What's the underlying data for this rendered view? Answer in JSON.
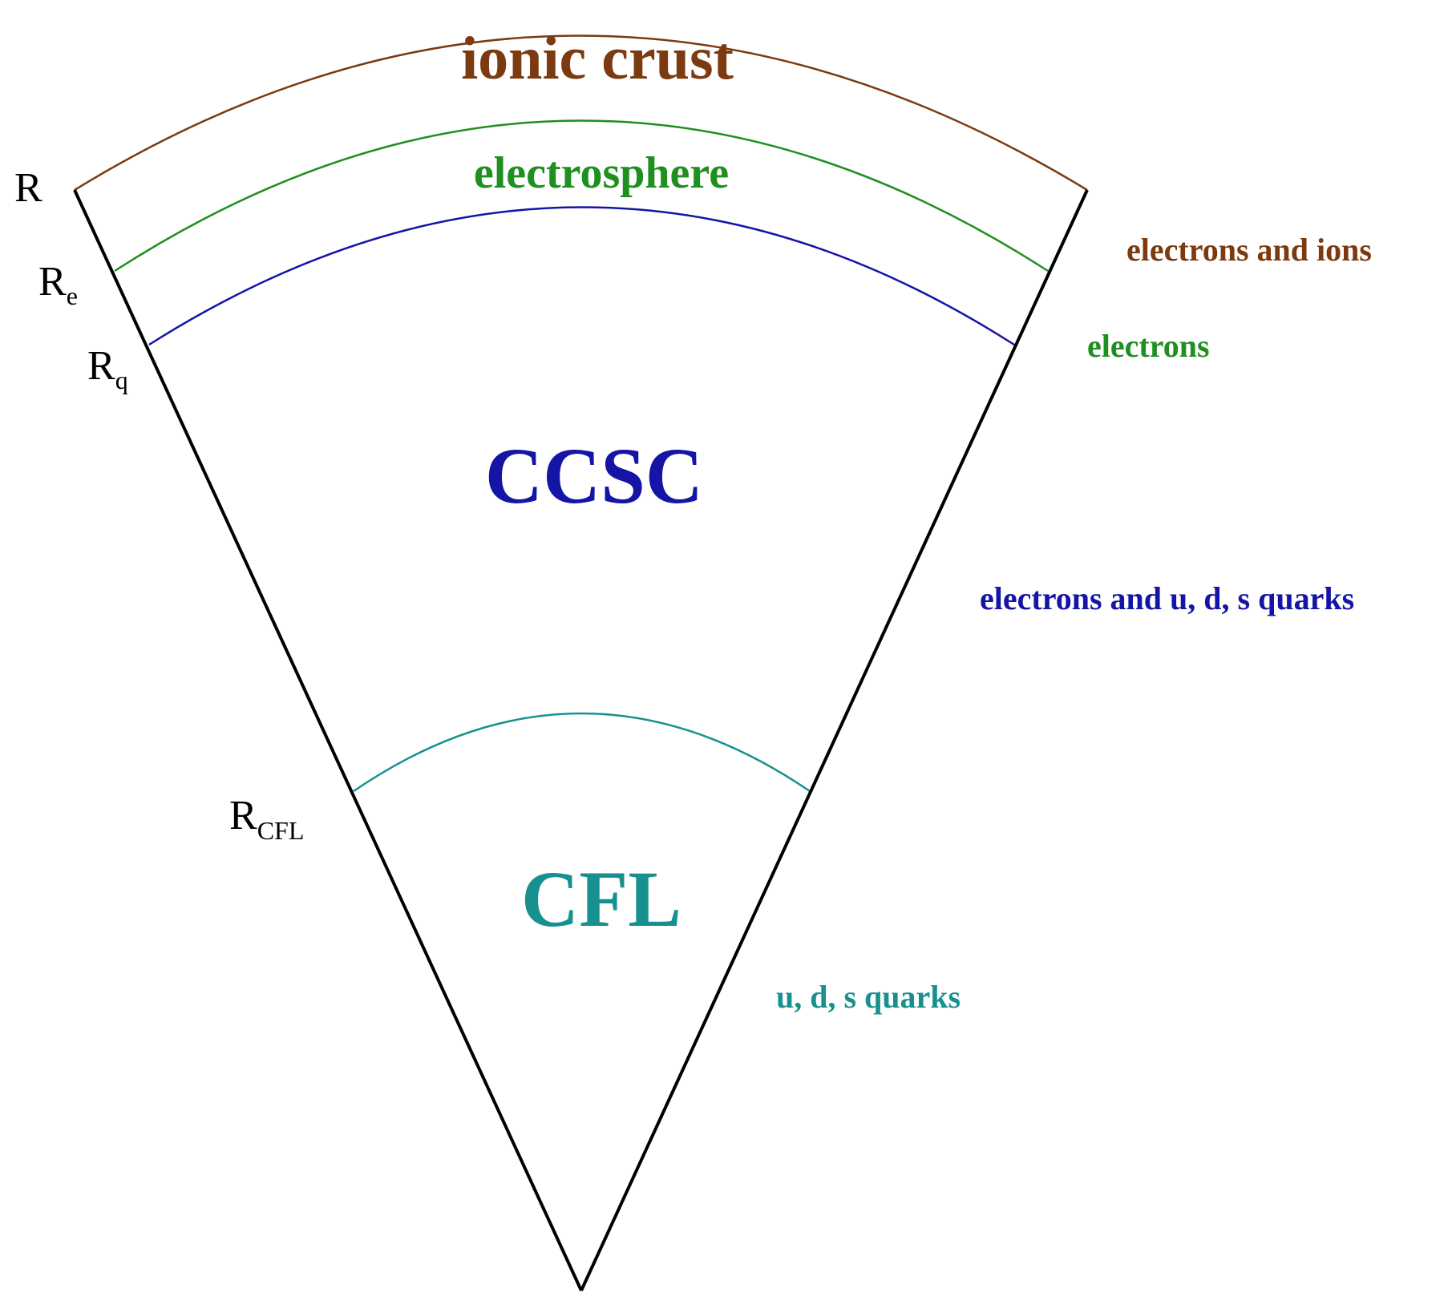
{
  "colors": {
    "crust": "#7b3a10",
    "electrosphere": "#1f8f1f",
    "ccsc": "#1414a6",
    "cfl": "#17918f",
    "outline": "#000000"
  },
  "regions": {
    "crust": "ionic crust",
    "electrosphere": "electrosphere",
    "ccsc": "CCSC",
    "cfl": "CFL"
  },
  "compositions": {
    "crust": "electrons and ions",
    "electrosphere": "electrons",
    "ccsc": "electrons and u, d, s quarks",
    "cfl": "u, d, s quarks"
  },
  "radii": {
    "r": {
      "main": "R",
      "sub": ""
    },
    "re": {
      "main": "R",
      "sub": "e"
    },
    "rq": {
      "main": "R",
      "sub": "q"
    },
    "rcfl": {
      "main": "R",
      "sub": "CFL"
    }
  }
}
